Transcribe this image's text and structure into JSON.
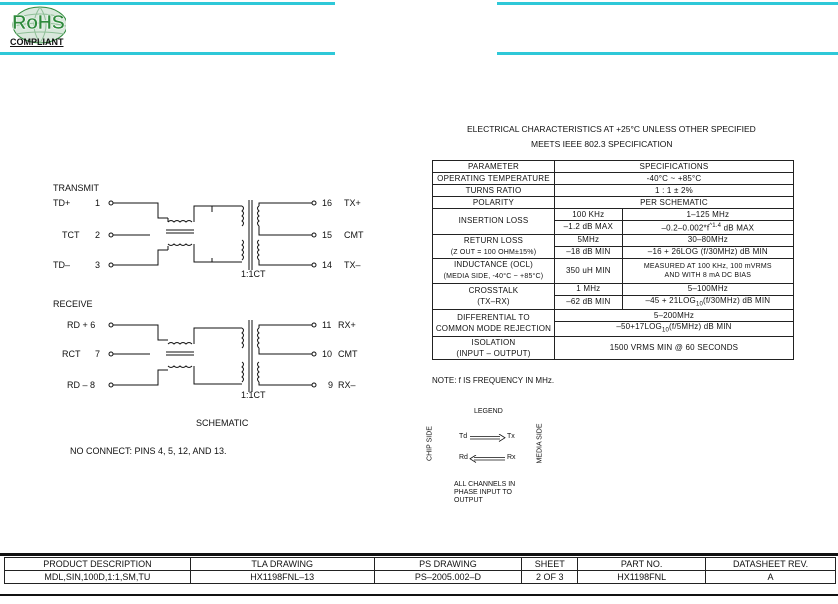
{
  "logo": {
    "text": "RoHS",
    "sub": "COMPLIANT"
  },
  "header": {
    "line1": "ELECTRICAL CHARACTERISTICS AT +25°C UNLESS OTHER SPECIFIED",
    "line2": "MEETS IEEE 802.3 SPECIFICATION"
  },
  "transmit": {
    "title": "TRANSMIT",
    "pins_left": [
      {
        "name": "TD+",
        "num": "1"
      },
      {
        "name": "TCT",
        "num": "2"
      },
      {
        "name": "TD–",
        "num": "3"
      }
    ],
    "pins_right": [
      {
        "num": "16",
        "name": "TX+"
      },
      {
        "num": "15",
        "name": "CMT"
      },
      {
        "num": "14",
        "name": "TX–"
      }
    ],
    "ratio": "1:1CT"
  },
  "receive": {
    "title": "RECEIVE",
    "pins_left": [
      {
        "name": "RD + 6",
        "num": ""
      },
      {
        "name": "RCT",
        "num": "7"
      },
      {
        "name": "RD – 8",
        "num": ""
      }
    ],
    "pins_right": [
      {
        "num": "11",
        "name": "RX+"
      },
      {
        "num": "10",
        "name": "CMT"
      },
      {
        "num": "9",
        "name": "RX–"
      }
    ],
    "ratio": "1:1CT"
  },
  "schematic_label": "SCHEMATIC",
  "no_connect": "NO CONNECT: PINS 4, 5, 12, AND 13.",
  "table": {
    "param_header": "PARAMETER",
    "spec_header": "SPECIFICATIONS",
    "op_temp_label": "OPERATING TEMPERATURE",
    "op_temp_value": "-40°C ~ +85°C",
    "turns_label": "TURNS RATIO",
    "turns_value": "1 : 1 ± 2%",
    "polarity_label": "POLARITY",
    "polarity_value": "PER SCHEMATIC",
    "insertion_label": "INSERTION LOSS",
    "insertion_f1": "100 KHz",
    "insertion_f2": "1–125 MHz",
    "insertion_v1": "–1.2 dB MAX",
    "insertion_v2a": "–0.2–0.002*f",
    "insertion_v2sup": "^1.4",
    "insertion_v2b": " dB MAX",
    "return_label1": "RETURN LOSS",
    "return_label2": "(Z OUT = 100 OHM±15%)",
    "return_f1": "5MHz",
    "return_f2": "30–80MHz",
    "return_v1": "–18 dB MIN",
    "return_v2": "–16 + 26LOG (f/30MHz) dB MIN",
    "ind_label1": "INDUCTANCE (OCL)",
    "ind_label2": "(MEDIA SIDE, -40°C ~ +85°C)",
    "ind_value": "350 uH MIN",
    "ind_note1": "MEASURED AT 100 KHz, 100 mVRMS",
    "ind_note2": "AND WITH 8 mA DC BIAS",
    "cross_label1": "CROSSTALK",
    "cross_label2": "(TX–RX)",
    "cross_f1": "1 MHz",
    "cross_f2": "5–100MHz",
    "cross_v1": "–62 dB MIN",
    "cross_v2a": "–45 + 21LOG",
    "cross_v2sub": "10",
    "cross_v2b": "(f/30MHz) dB MIN",
    "diff_label1": "DIFFERENTIAL TO",
    "diff_label2": "COMMON MODE REJECTION",
    "diff_f": "5–200MHz",
    "diff_va": "–50+17LOG",
    "diff_vsub": "10",
    "diff_vb": "(f/5MHz) dB MIN",
    "iso_label1": "ISOLATION",
    "iso_label2": "(INPUT – OUTPUT)",
    "iso_value": "1500 VRMS MIN @ 60 SECONDS"
  },
  "note": "NOTE: f IS FREQUENCY IN MHz.",
  "legend": {
    "title": "LEGEND",
    "chip_side": "CHIP SIDE",
    "media_side": "MEDIA SIDE",
    "td": "Td",
    "tx": "Tx",
    "rd": "Rd",
    "rx": "Rx",
    "caption1": "ALL CHANNELS IN",
    "caption2": "PHASE INPUT TO",
    "caption3": "OUTPUT"
  },
  "footer": {
    "headers": [
      "PRODUCT DESCRIPTION",
      "TLA DRAWING",
      "PS DRAWING",
      "SHEET",
      "PART NO.",
      "DATASHEET REV."
    ],
    "values": [
      "MDL,SIN,100D,1:1,SM,TU",
      "HX1198FNL–13",
      "PS–2005.002–D",
      "2 OF 3",
      "HX1198FNL",
      "A"
    ]
  },
  "colors": {
    "accent": "#2ec8d8",
    "logo_green": "#2f8a3c"
  }
}
